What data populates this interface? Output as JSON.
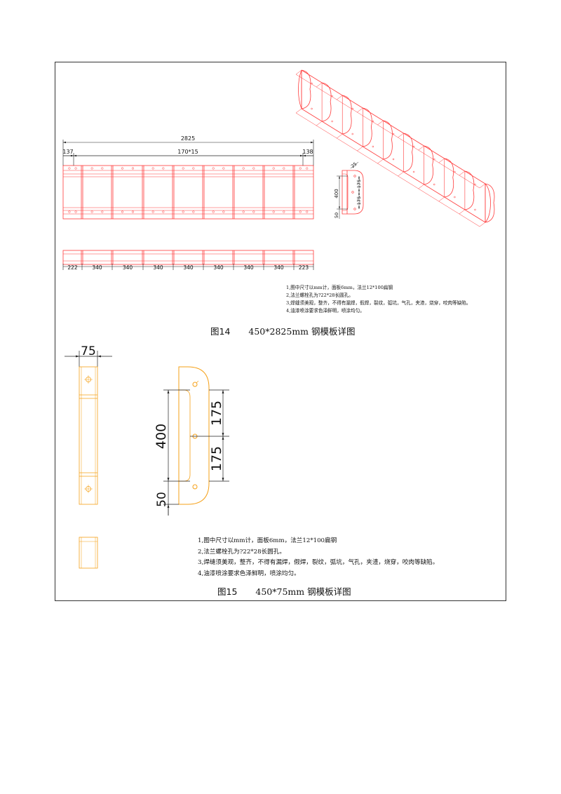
{
  "colors": {
    "outline_red": "#ff3b3b",
    "outline_orange": "#f5a017",
    "dimension": "#222222",
    "frame": "#333333"
  },
  "figure14": {
    "caption_number": "图14",
    "caption_title": "450*2825mm 钢模板详图",
    "dim_total": "2825",
    "dim_left": "137",
    "dim_center": "170*15",
    "dim_right": "138",
    "bottom_dims": [
      "222",
      "340",
      "340",
      "340",
      "340",
      "340",
      "340",
      "340",
      "223"
    ],
    "side_dims": {
      "top_angle": "25",
      "height": "400",
      "upper": "175",
      "lower": "175",
      "flange": "50"
    },
    "notes": [
      "1,图中尺寸以mm计，面板6mm，法兰12*100扁钢",
      "2,法兰螺栓孔为?22*28长圆孔。",
      "3,焊缝须美观，整齐，不得有漏焊，假焊，裂纹，弧坑，气孔，夹渣，烧穿，咬肉等缺陷。",
      "4,油漆喷涂要求色泽鲜明，喷涂均匀。"
    ]
  },
  "figure15": {
    "caption_number": "图15",
    "caption_title": "450*75mm 钢模板详图",
    "dim_width": "75",
    "side_dims": {
      "height": "400",
      "upper": "175",
      "lower": "175",
      "flange": "50"
    },
    "notes": [
      "1,图中尺寸以mm计，面板6mm，法兰12*100扁钢",
      "2,法兰螺栓孔为?22*28长圆孔。",
      "3,焊缝须美观，整齐，不得有漏焊，假焊，裂纹，弧坑，气孔，夹渣，烧穿，咬肉等缺陷。",
      "4,油漆喷涂要求色泽鲜明，喷涂均匀。"
    ]
  }
}
